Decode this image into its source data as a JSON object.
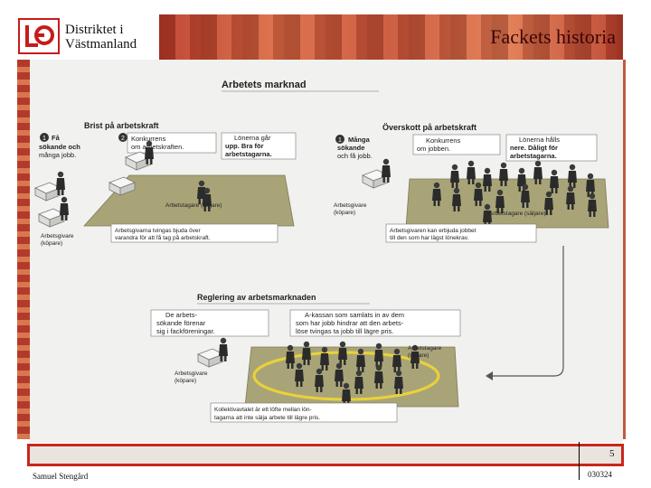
{
  "header": {
    "district_line1": "Distriktet i",
    "district_line2": "Västmanland",
    "title": "Fackets historia"
  },
  "figure": {
    "title": "Arbetets marknad",
    "panel_left": {
      "heading": "Brist på arbetskraft",
      "step1": [
        "Få",
        "sökande och",
        "många jobb."
      ],
      "step2": [
        "Konkurrens",
        "om arbetskraften."
      ],
      "step3": [
        "Lönerna går",
        "upp. Bra för",
        "arbetstagarna."
      ],
      "seller_label": "Arbetstagare (säljare)",
      "buyer_label": [
        "Arbetsgivare",
        "(köpare)"
      ],
      "caption": [
        "Arbetsgivarna tvingas bjuda över",
        "varandra för att få tag på arbetskraft."
      ]
    },
    "panel_right": {
      "heading": "Överskott på arbetskraft",
      "step1": [
        "Många",
        "sökande",
        "och få jobb."
      ],
      "step2": [
        "Konkurrens",
        "om jobben."
      ],
      "step3": [
        "Lönerna hålls",
        "nere. Dåligt för",
        "arbetstagarna."
      ],
      "buyer_label": [
        "Arbetsgivare",
        "(köpare)"
      ],
      "seller_label": "Arbetstagare (säljare)",
      "caption": [
        "Arbetsgivaren kan erbjuda jobbet",
        "till den som har lägst lönekrav."
      ]
    },
    "panel_bottom": {
      "heading": "Reglering av arbetsmarknaden",
      "step1": [
        "De arbets-",
        "sökande förenar",
        "sig i fackföreningar."
      ],
      "step2": [
        "A-kassan som samlats in av dem",
        "som har jobb hindrar att den arbets-",
        "löse tvingas ta jobb till lägre pris."
      ],
      "seller_label": [
        "Arbetstagare",
        "(säljare)"
      ],
      "buyer_label": [
        "Arbetsgivare",
        "(köpare)"
      ],
      "caption": [
        "Kollektivavtalet är ett löfte mellan lön-",
        "tagarna att inte sälja arbete till lägre pris."
      ]
    }
  },
  "footer": {
    "page_number": "5",
    "author": "Samuel Stengård",
    "date": "030324"
  },
  "colors": {
    "brand_red": "#c8261d",
    "plane_green": "#a9a478",
    "union_ring": "#e9d23a"
  }
}
